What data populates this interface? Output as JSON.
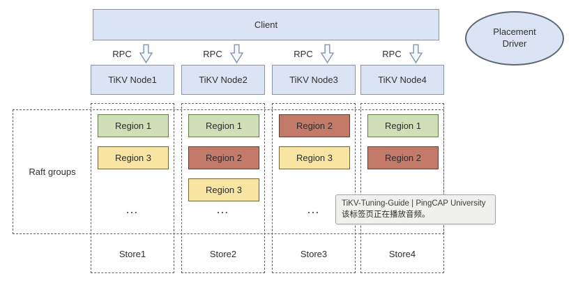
{
  "diagram": {
    "client": {
      "label": "Client"
    },
    "rpc_label": "RPC",
    "raft_groups_label": "Raft groups",
    "ellipsis": "...",
    "placement_driver": {
      "label": "Placement Driver"
    },
    "nodes": [
      {
        "name": "TiKV Node1",
        "store": "Store1",
        "regions": [
          {
            "label": "Region 1",
            "color": "green"
          },
          {
            "label": "Region 3",
            "color": "yellow"
          }
        ]
      },
      {
        "name": "TiKV Node2",
        "store": "Store2",
        "regions": [
          {
            "label": "Region 1",
            "color": "green"
          },
          {
            "label": "Region 2",
            "color": "red"
          },
          {
            "label": "Region 3",
            "color": "yellow"
          }
        ]
      },
      {
        "name": "TiKV Node3",
        "store": "Store3",
        "regions": [
          {
            "label": "Region 2",
            "color": "red"
          },
          {
            "label": "Region 3",
            "color": "yellow"
          }
        ]
      },
      {
        "name": "TiKV Node4",
        "store": "Store4",
        "regions": [
          {
            "label": "Region 1",
            "color": "green"
          },
          {
            "label": "Region 2",
            "color": "red"
          }
        ]
      }
    ],
    "colors": {
      "box-blue-fill": "#dbe4f4",
      "box-blue-border": "#8494ad",
      "region-green-fill": "#cfdfb7",
      "region-green-border": "#64794a",
      "region-yellow-fill": "#f9e5a2",
      "region-yellow-border": "#6e6236",
      "region-red-fill": "#c37a68",
      "region-red-border": "#5f3a30",
      "dash-color": "#5f5f5f",
      "tooltip-bg": "#f0f0ee",
      "tooltip-border": "#a6a6a6"
    }
  },
  "tooltip": {
    "title": "TiKV-Tuning-Guide | PingCAP University",
    "subtitle": "该标签页正在播放音频。"
  }
}
